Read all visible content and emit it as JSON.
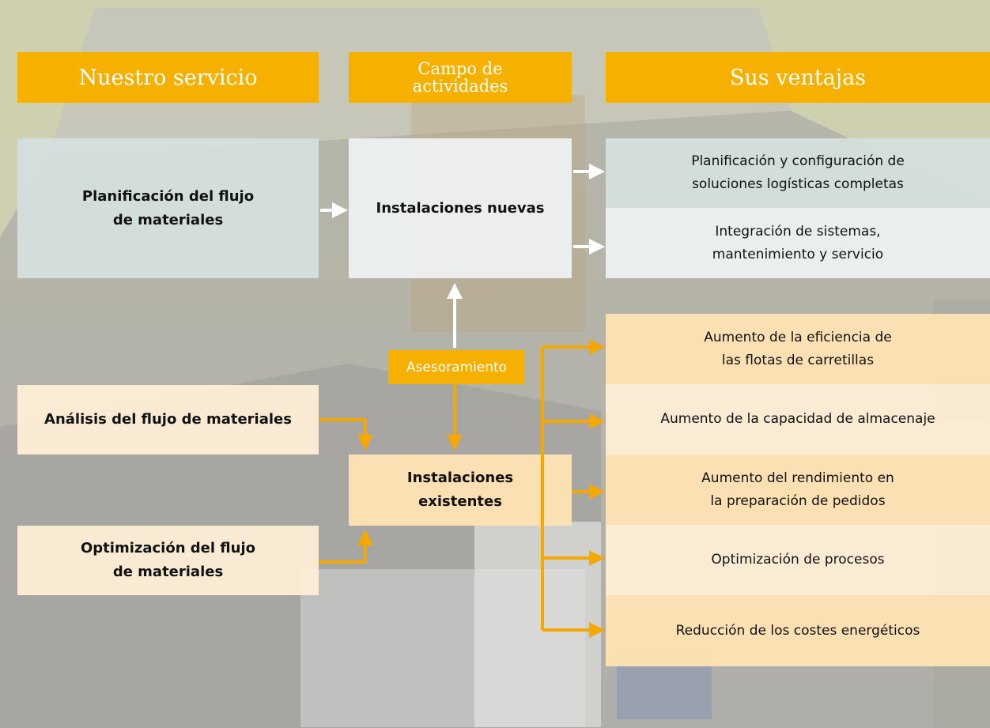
{
  "headers": {
    "service": "Nuestro servicio",
    "activity": "Campo de\nactividades",
    "advantages": "Sus ventajas"
  },
  "service": {
    "planning": "Planificación del flujo\nde materiales",
    "analysis": "Análisis del flujo de materiales",
    "optimization": "Optimización del flujo\nde materiales"
  },
  "activity": {
    "new": "Instalaciones nuevas",
    "existing": "Instalaciones\nexistentes",
    "consulting": "Asesoramiento"
  },
  "advantages": {
    "planning_config": "Planificación y configuración de\nsoluciones logísticas completas",
    "integration": "Integración de sistemas,\nmantenimiento y servicio",
    "efficiency": "Aumento de la eficiencia de\nlas flotas de carretillas",
    "capacity": "Aumento de la capacidad de almacenaje",
    "picking": "Aumento del rendimiento en\nla preparación de pedidos",
    "process": "Optimización de procesos",
    "energy": "Reducción de los costes energéticos"
  },
  "colors": {
    "header": "#f5b000",
    "arrow_orange": "#f5a800",
    "arrow_white": "#ffffff"
  }
}
